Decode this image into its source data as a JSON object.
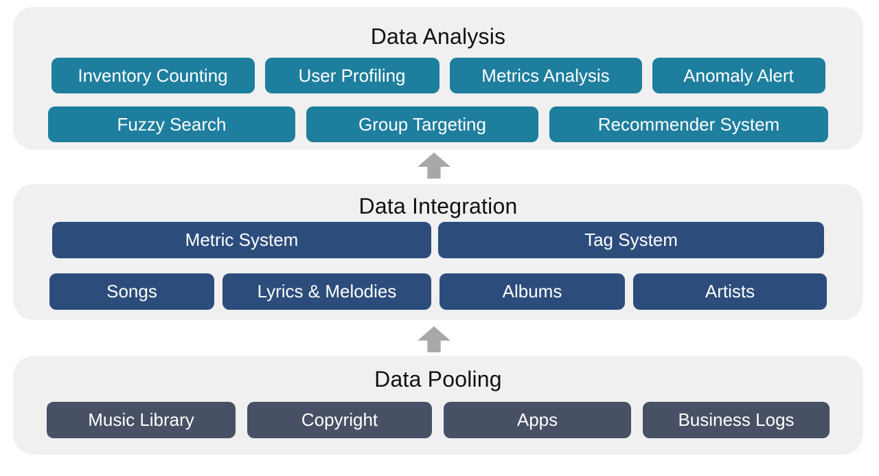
{
  "layers": [
    {
      "title": "Data Analysis",
      "rows": [
        [
          "Inventory Counting",
          "User Profiling",
          "Metrics Analysis",
          "Anomaly Alert"
        ],
        [
          "Fuzzy Search",
          "Group Targeting",
          "Recommender System"
        ]
      ]
    },
    {
      "title": "Data Integration",
      "rows": [
        [
          "Metric System",
          "Tag System"
        ],
        [
          "Songs",
          "Lyrics & Melodies",
          "Albums",
          "Artists"
        ]
      ]
    },
    {
      "title": "Data Pooling",
      "rows": [
        [
          "Music Library",
          "Copyright",
          "Apps",
          "Business Logs"
        ]
      ]
    }
  ],
  "icons": {
    "between_layer_arrow": "up-block-arrow"
  },
  "colors": {
    "layer_background": "#f0f0f1",
    "analysis_node": "#1e7e9e",
    "integration_node": "#2c4d7c",
    "pooling_node": "#475064",
    "arrow": "#a8a8a8",
    "title_text": "#111111",
    "node_text": "#ffffff"
  }
}
